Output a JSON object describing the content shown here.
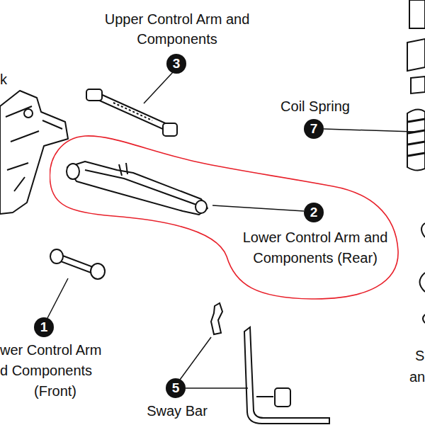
{
  "diagram": {
    "nodes": [
      {
        "text": [
          "3"
        ]
      },
      {
        "text": [
          "7"
        ]
      },
      {
        "text": [
          "Lower Control Arm and Components (Rear)"
        ]
      },
      {
        "text": [
          "2"
        ],
        "in": 2
      },
      {
        "text": [
          "1"
        ]
      },
      {
        "text": [
          "5"
        ]
      }
    ],
    "labels": [
      "k",
      "Upper Control Arm and Components",
      "Coil Spring",
      "wer Control Arm",
      "d Components",
      "(Front)",
      "Sway Bar",
      "S",
      "an"
    ]
  }
}
